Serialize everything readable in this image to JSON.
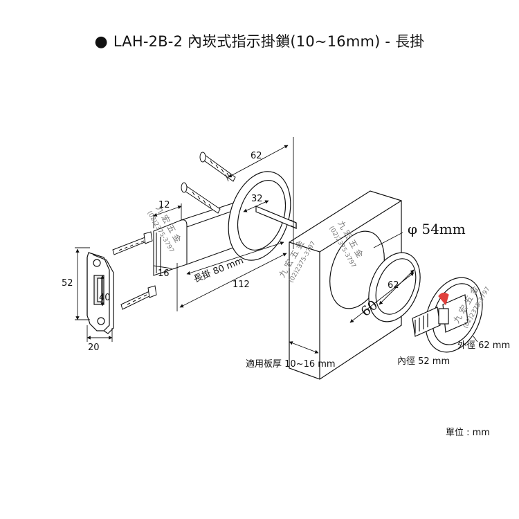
{
  "title": {
    "bullet": "●",
    "text": "LAH-2B-2 內崁式指示掛鎖(10~16mm) - 長掛"
  },
  "dimensions": {
    "d62_top": "62",
    "d32": "32",
    "d12": "12",
    "d16": "16",
    "d52": "52",
    "d40": "40",
    "d20": "20",
    "d112": "112",
    "long_hook": "長掛 80 mm",
    "d62_ring": "62",
    "d60": "60",
    "phi54": "φ 54mm"
  },
  "notes": {
    "board_thickness": "適用板厚 10~16 mm",
    "inner_diameter": "內徑 52 mm",
    "outer_diameter": "外徑 62 mm",
    "unit": "單位 : mm"
  },
  "watermark": {
    "name": "九 宏 五 金",
    "phone": "(02)2375-3797"
  },
  "colors": {
    "line": "#111111",
    "indicator_red": "#e0403c",
    "watermark": "#7a7a7a",
    "background": "#ffffff"
  }
}
